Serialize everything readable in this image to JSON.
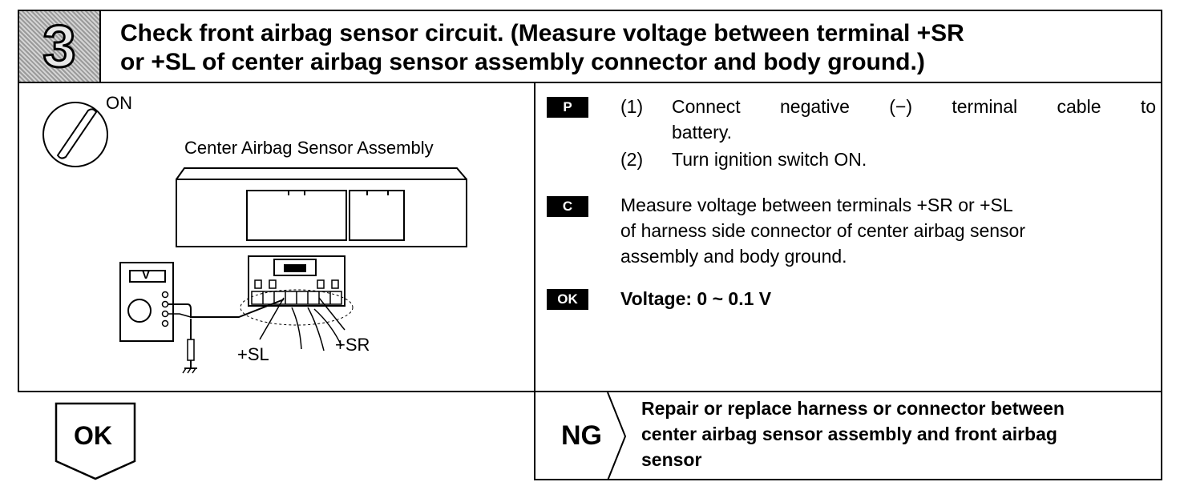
{
  "header": {
    "step_number": "3",
    "title_line1": "Check front airbag sensor circuit. (Measure voltage between terminal +SR",
    "title_line2": "or +SL of center airbag sensor assembly connector and body ground.)"
  },
  "diagram": {
    "ignition_label": "ON",
    "assembly_label": "Center Airbag Sensor Assembly",
    "meter_label": "V",
    "terminal_left": "+SL",
    "terminal_right": "+SR"
  },
  "instructions": {
    "prep_badge": "P",
    "prep_steps": [
      {
        "num": "(1)",
        "line1": "Connect negative (−) terminal cable to",
        "line2": "battery."
      },
      {
        "num": "(2)",
        "line1": "Turn ignition switch ON."
      }
    ],
    "check_badge": "C",
    "check_line1": "Measure voltage between terminals +SR or +SL",
    "check_line2": "of harness side connector of center airbag sensor",
    "check_line3": "assembly and body ground.",
    "ok_badge": "OK",
    "ok_spec": "Voltage:  0 ~ 0.1 V"
  },
  "results": {
    "ok_label": "OK",
    "ng_label": "NG",
    "ng_line1": "Repair or replace harness or connector between",
    "ng_line2": "center airbag sensor assembly and front airbag",
    "ng_line3": "sensor"
  }
}
